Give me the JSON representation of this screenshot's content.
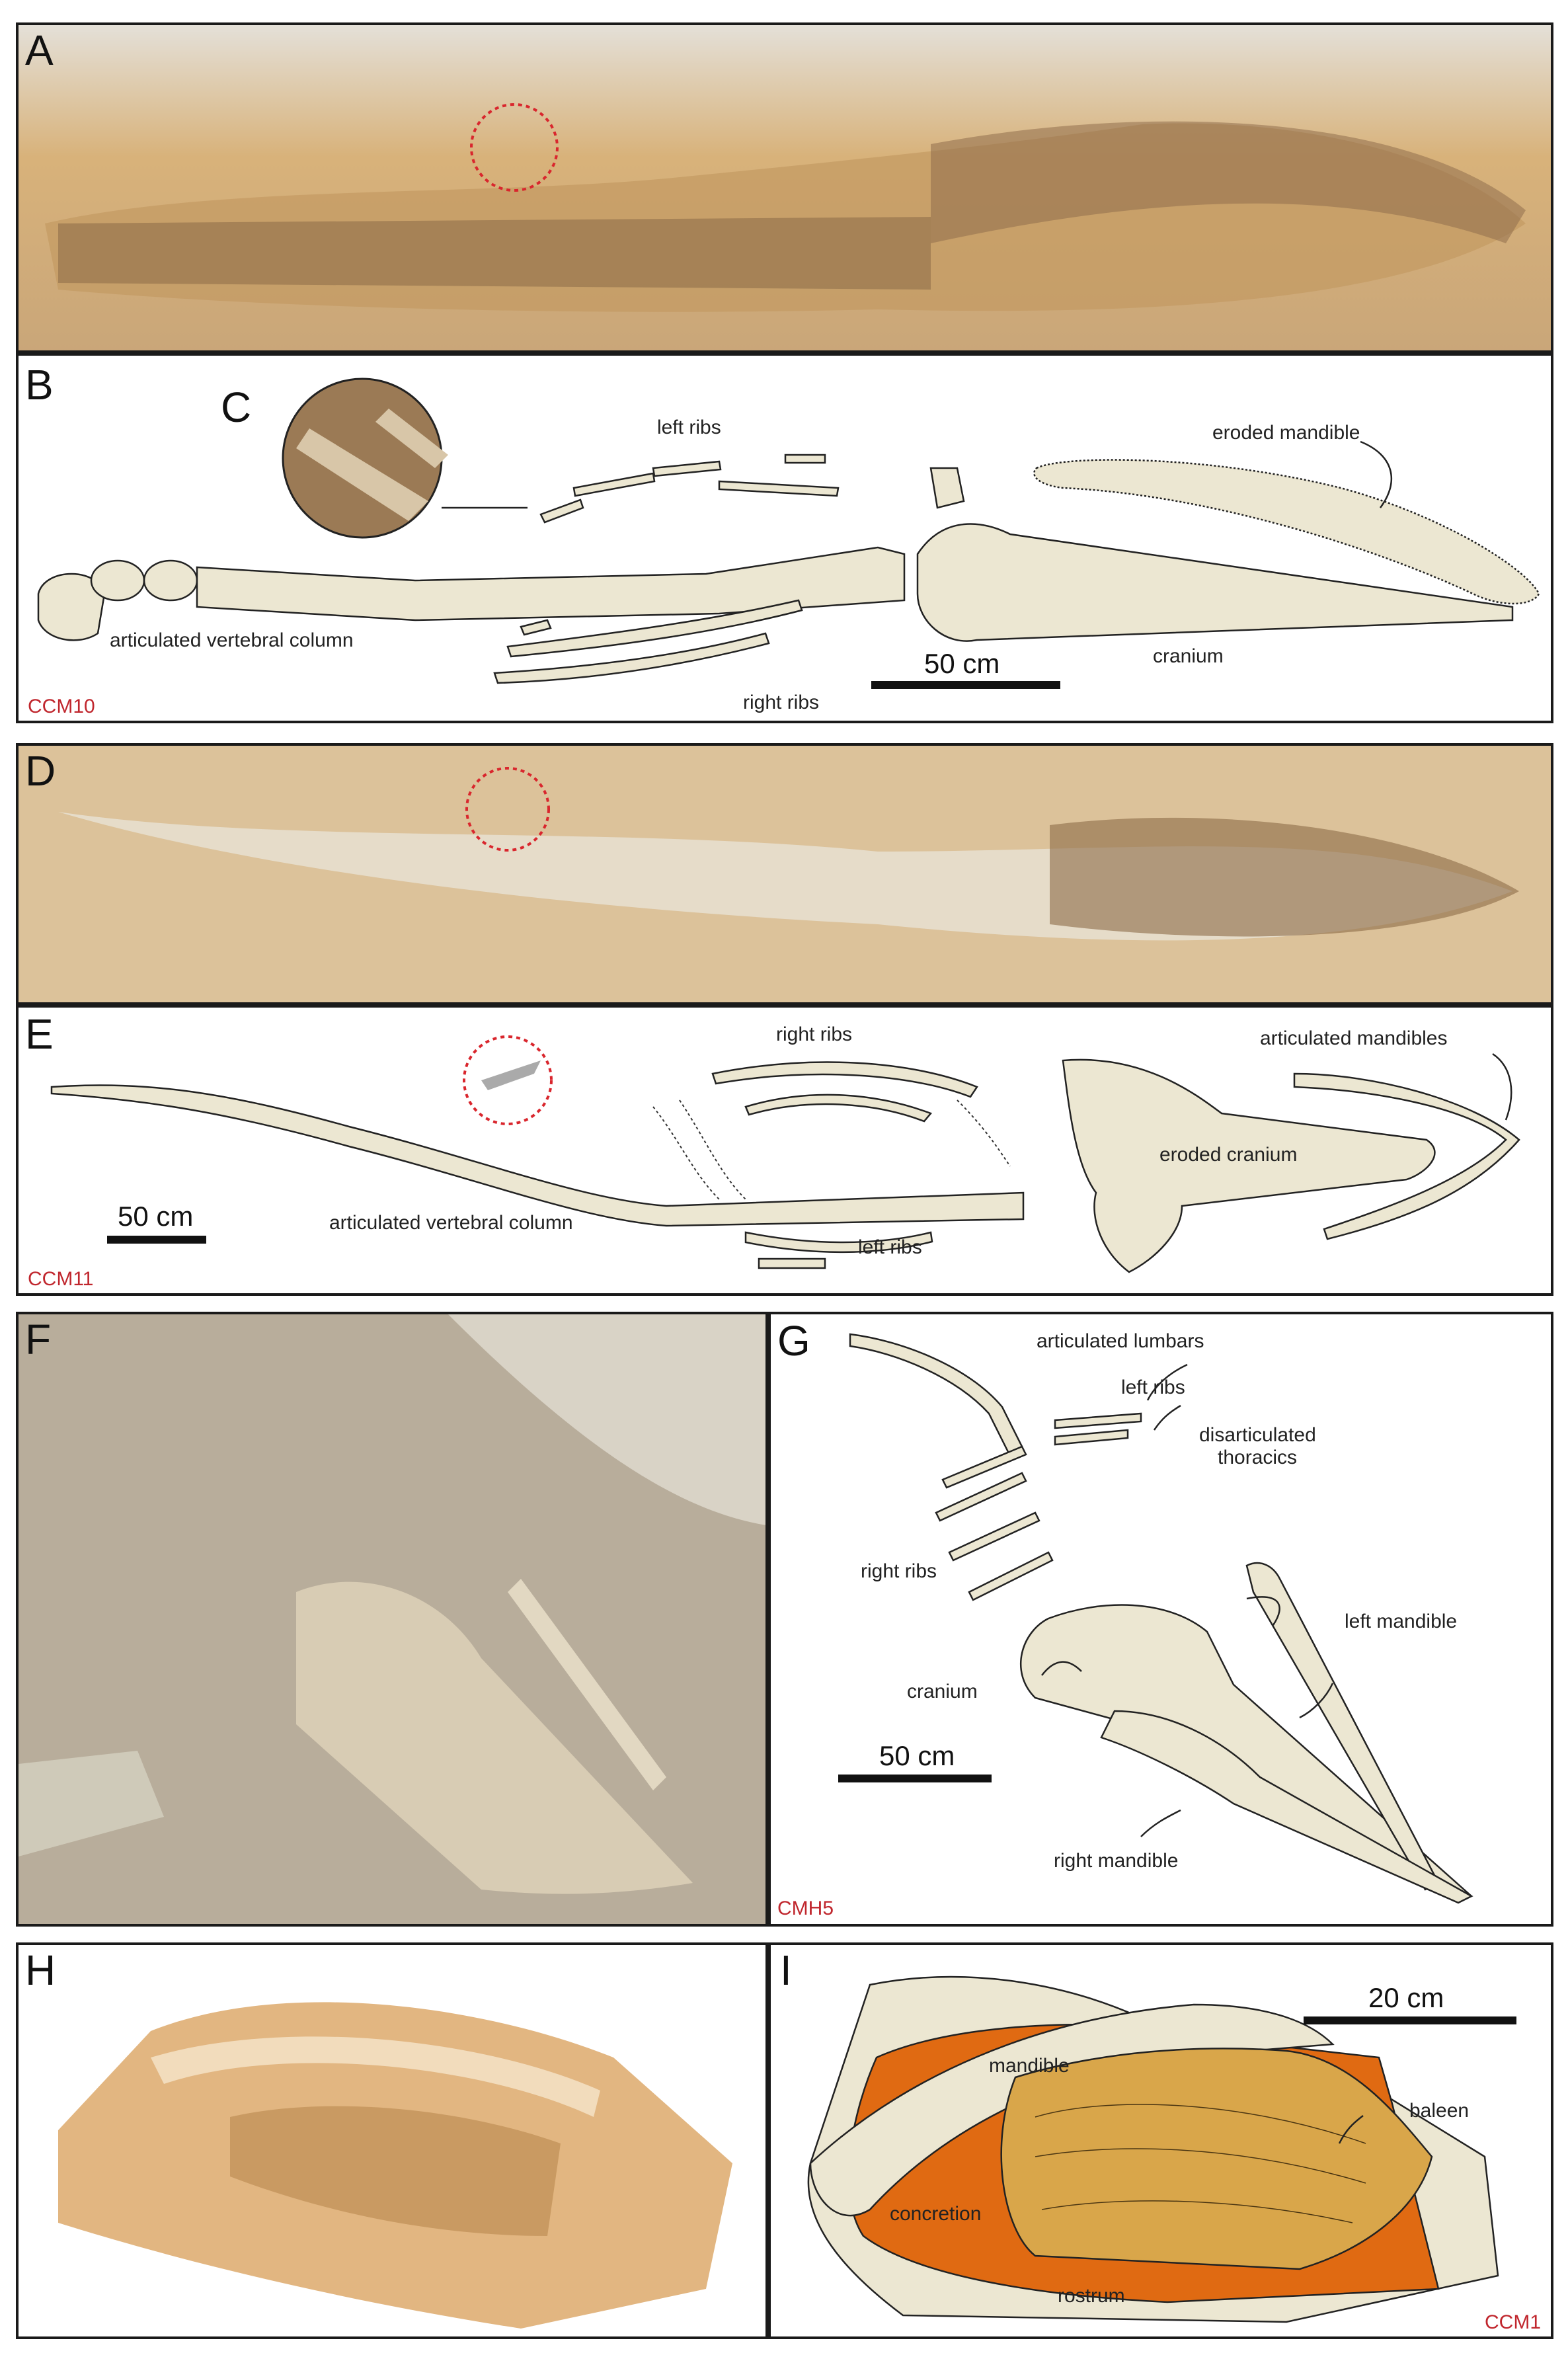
{
  "panels": {
    "A": {
      "letter": "A"
    },
    "B": {
      "letter": "B",
      "inset_letter": "C",
      "labels": {
        "left_ribs": "left ribs",
        "eroded_mandible": "eroded mandible",
        "vertebral": "articulated vertebral column",
        "right_ribs": "right ribs",
        "cranium": "cranium"
      },
      "scale": "50 cm",
      "specimen": "CCM10"
    },
    "D": {
      "letter": "D"
    },
    "E": {
      "letter": "E",
      "labels": {
        "right_ribs": "right ribs",
        "articulated_mandibles": "articulated mandibles",
        "eroded_cranium": "eroded cranium",
        "vertebral": "articulated vertebral column",
        "left_ribs": "left ribs"
      },
      "scale": "50 cm",
      "specimen": "CCM11"
    },
    "F": {
      "letter": "F"
    },
    "G": {
      "letter": "G",
      "labels": {
        "lumbars": "articulated lumbars",
        "left_ribs": "left ribs",
        "disart_1": "disarticulated",
        "disart_2": "thoracics",
        "right_ribs": "right ribs",
        "left_mandible": "left mandible",
        "cranium": "cranium",
        "right_mandible": "right mandible"
      },
      "scale": "50 cm",
      "specimen": "CMH5"
    },
    "H": {
      "letter": "H"
    },
    "I": {
      "letter": "I",
      "labels": {
        "mandible": "mandible",
        "baleen": "baleen",
        "concretion": "concretion",
        "rostrum": "rostrum"
      },
      "scale": "20 cm",
      "specimen": "CCM1"
    }
  },
  "colors": {
    "bone": "#ece7d2",
    "concretion": "#e06a12",
    "baleen": "#d9a64a",
    "specimen_label": "#c0262d"
  }
}
